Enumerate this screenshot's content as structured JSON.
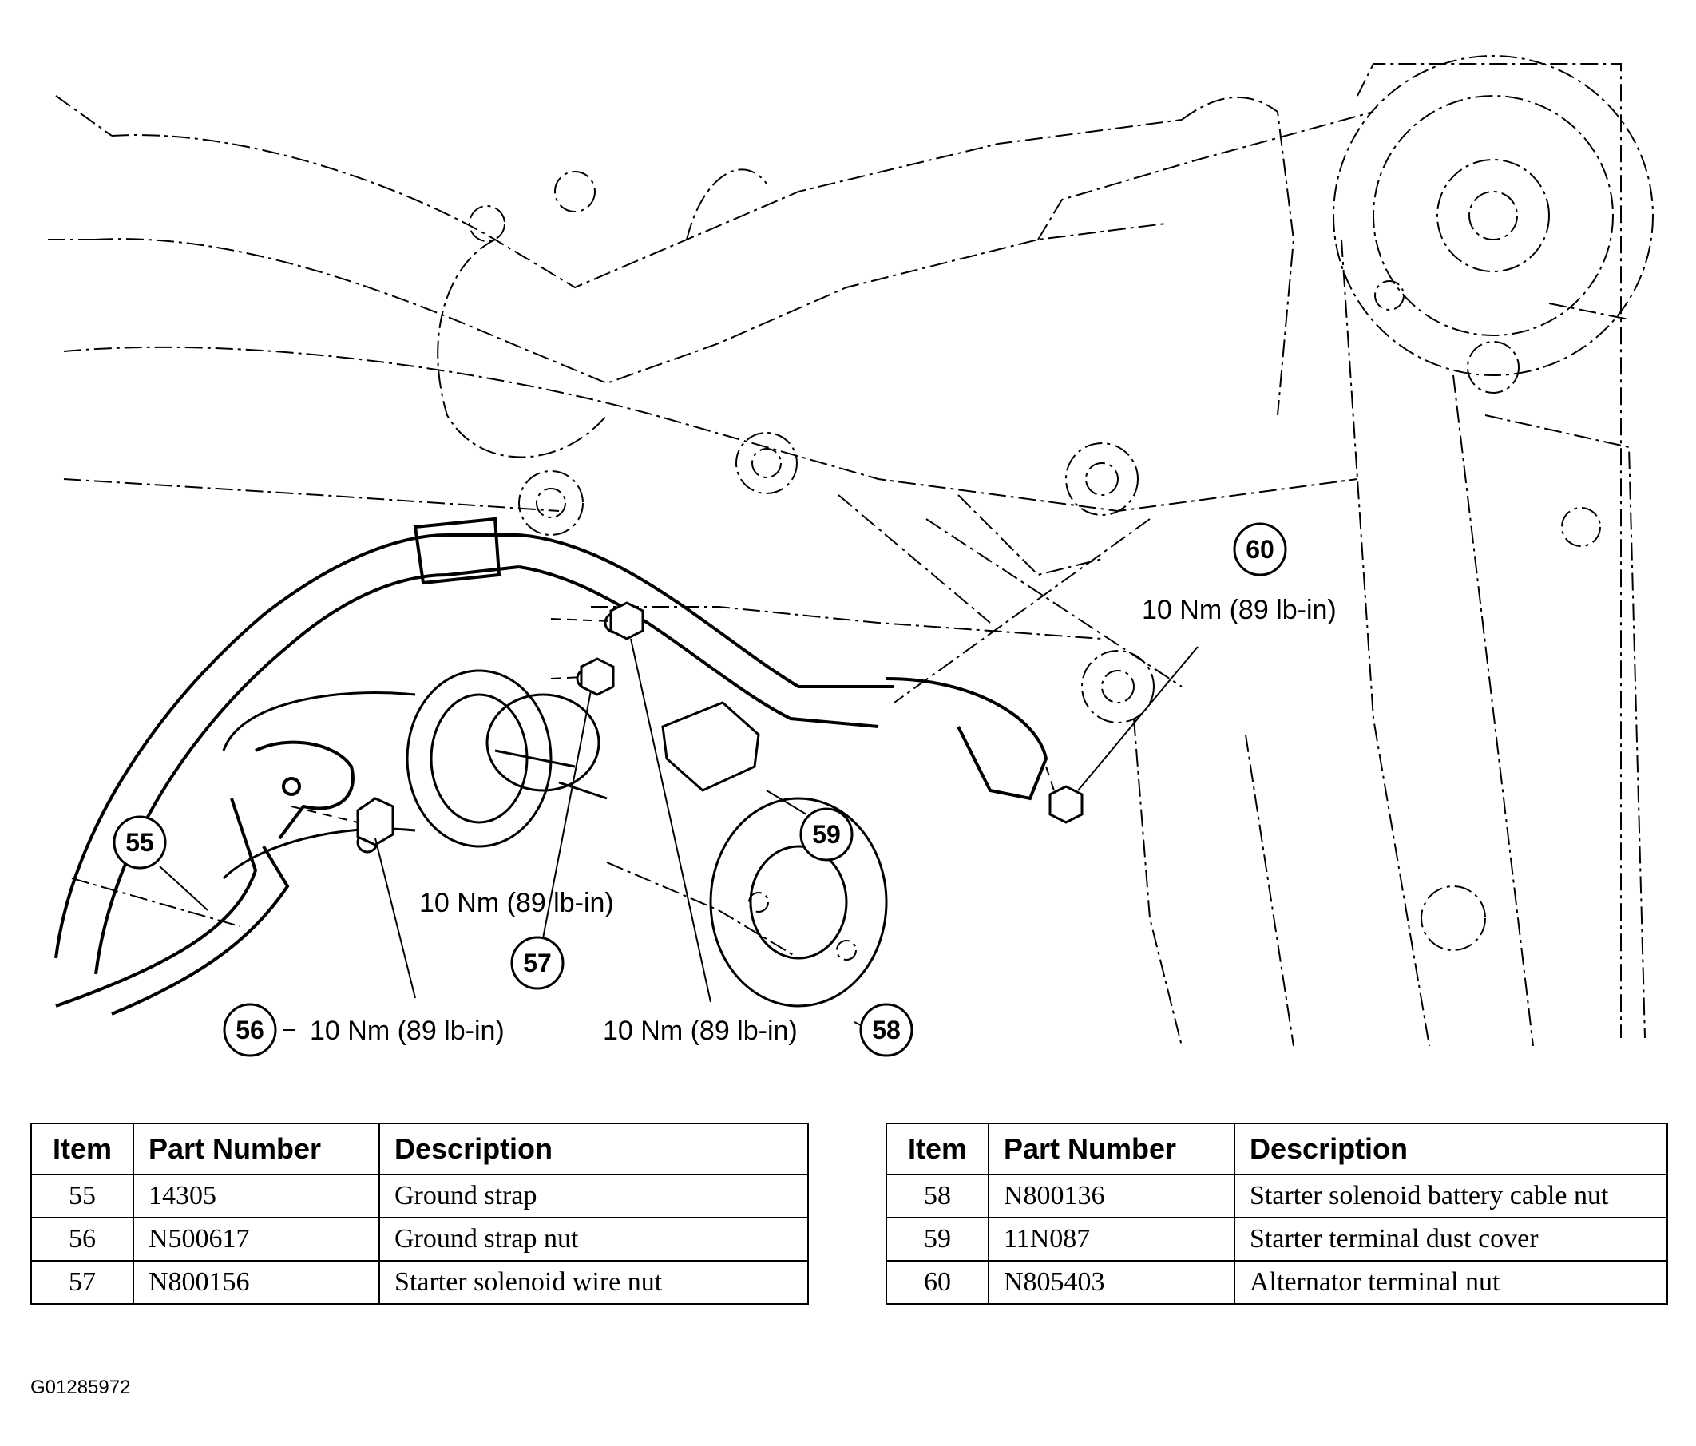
{
  "callouts": [
    {
      "number": "55"
    },
    {
      "number": "56",
      "torque": "10 Nm (89 lb-in)"
    },
    {
      "number": "57",
      "torque": "10 Nm (89 lb-in)"
    },
    {
      "number": "58",
      "torque": "10 Nm (89 lb-in)"
    },
    {
      "number": "59"
    },
    {
      "number": "60",
      "torque": "10 Nm (89 lb-in)"
    }
  ],
  "table_headers": {
    "item": "Item",
    "part_number": "Part Number",
    "description": "Description"
  },
  "parts_left": [
    {
      "item": "55",
      "part_number": "14305",
      "description": "Ground strap"
    },
    {
      "item": "56",
      "part_number": "N500617",
      "description": "Ground strap nut"
    },
    {
      "item": "57",
      "part_number": "N800156",
      "description": "Starter solenoid wire nut"
    }
  ],
  "parts_right": [
    {
      "item": "58",
      "part_number": "N800136",
      "description": "Starter solenoid battery cable nut"
    },
    {
      "item": "59",
      "part_number": "11N087",
      "description": "Starter terminal dust cover"
    },
    {
      "item": "60",
      "part_number": "N805403",
      "description": "Alternator terminal nut"
    }
  ],
  "figure_id": "G01285972"
}
